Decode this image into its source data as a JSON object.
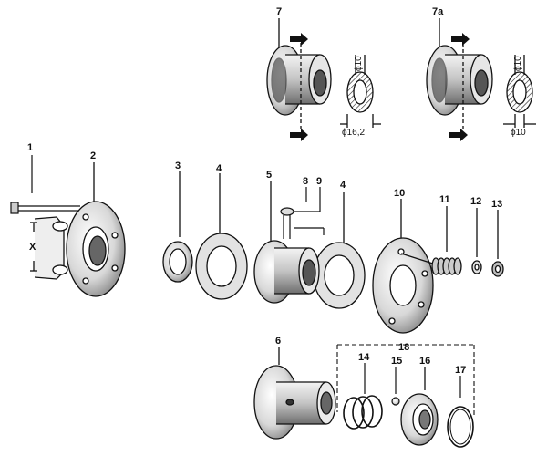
{
  "parts": {
    "p1": "1",
    "p2": "2",
    "p3": "3",
    "p4a": "4",
    "p5": "5",
    "p8": "8",
    "p9": "9",
    "p4b": "4",
    "p10": "10",
    "p11": "11",
    "p12": "12",
    "p13": "13",
    "p6": "6",
    "p18": "18",
    "p14": "14",
    "p15": "15",
    "p16": "16",
    "p17": "17",
    "p7": "7",
    "p7a": "7a"
  },
  "marker": "X",
  "dims": {
    "d7_top": "ϕ10",
    "d7_bottom": "ϕ16,2",
    "d7a_top": "ϕ10",
    "d7a_bottom": "ϕ10"
  },
  "colors": {
    "ink": "#111111",
    "paper": "#ffffff",
    "shade": "#8a8a8a"
  }
}
